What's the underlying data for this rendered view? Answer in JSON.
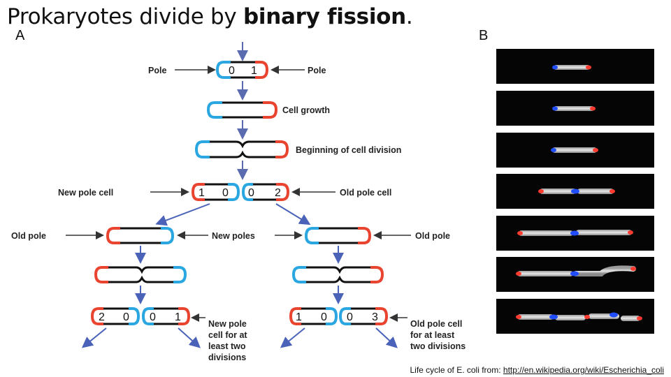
{
  "slide": {
    "title_prefix": "Prokaryotes divide by ",
    "title_bold": "binary fission",
    "title_suffix": ".",
    "panel_a": "A",
    "panel_b": "B",
    "caption_text": "Life cycle of E. coli from: ",
    "caption_link": "http://en.wikipedia.org/wiki/Escherichia_coli"
  },
  "diagram": {
    "cell0_left_num": "0",
    "cell0_right_num": "1",
    "label_pole_left": "Pole",
    "label_pole_right": "Pole",
    "label_cell_growth": "Cell growth",
    "label_beginning": "Beginning of cell division",
    "label_new_pole_cell": "New pole cell",
    "label_old_pole_cell": "Old pole cell",
    "gen2_left_a": "1",
    "gen2_left_b": "0",
    "gen2_right_a": "0",
    "gen2_right_b": "2",
    "label_old_pole_left": "Old pole",
    "label_new_poles": "New poles",
    "label_old_pole_right": "Old pole",
    "gen3_c1_a": "2",
    "gen3_c1_b": "0",
    "gen3_c2_a": "0",
    "gen3_c2_b": "1",
    "gen3_c3_a": "1",
    "gen3_c3_b": "0",
    "gen3_c4_a": "0",
    "gen3_c4_b": "3",
    "label_new_pole_two_1": "New pole",
    "label_new_pole_two_2": "cell for at",
    "label_new_pole_two_3": "least two",
    "label_new_pole_two_4": "divisions",
    "label_old_pole_two_1": "Old pole cell",
    "label_old_pole_two_2": "for at least",
    "label_old_pole_two_3": "two divisions"
  },
  "colors": {
    "old_pole": "#e8442f",
    "new_pole": "#2aa6e0",
    "arrow_dark": "#5a6bb0",
    "arrow_blue": "#4a62b8",
    "marker_red": "#ff3b30",
    "marker_blue": "#1f4dff"
  }
}
